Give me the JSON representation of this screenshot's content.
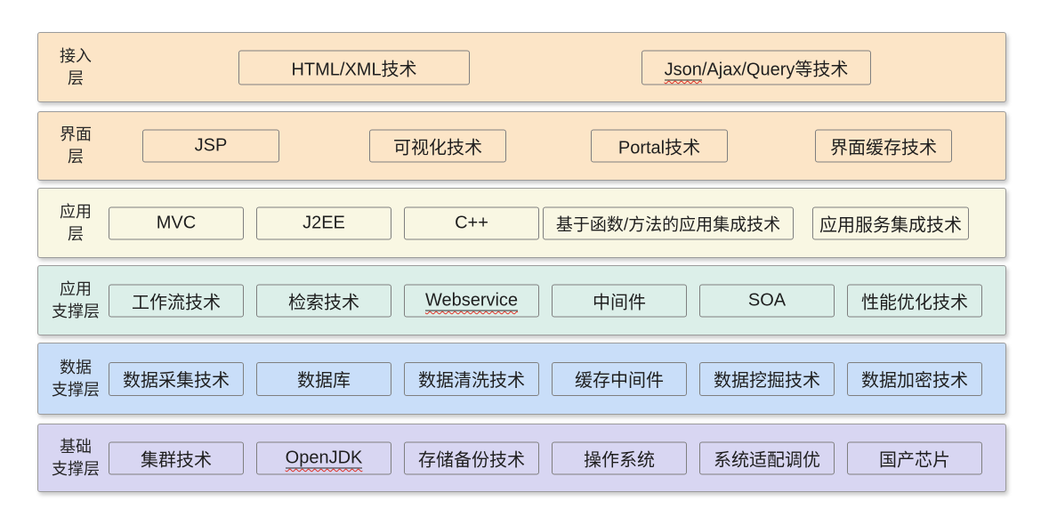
{
  "diagram": {
    "layers": [
      {
        "name": "接入层",
        "label_lines": [
          "接入",
          "层"
        ],
        "color": "#fce5c7",
        "boxes": [
          {
            "label": "HTML/XML技术"
          },
          {
            "label": "Json/Ajax/Query等技术",
            "misspelled_part": "Json"
          }
        ]
      },
      {
        "name": "界面层",
        "label_lines": [
          "界面",
          "层"
        ],
        "color": "#fce5c7",
        "boxes": [
          {
            "label": "JSP"
          },
          {
            "label": "可视化技术"
          },
          {
            "label": "Portal技术"
          },
          {
            "label": "界面缓存技术"
          }
        ]
      },
      {
        "name": "应用层",
        "label_lines": [
          "应用",
          "层"
        ],
        "color": "#f9f7e3",
        "boxes": [
          {
            "label": "MVC"
          },
          {
            "label": "J2EE"
          },
          {
            "label": "C++"
          },
          {
            "label": "基于函数/方法的应用集成技术"
          },
          {
            "label": "应用服务集成技术"
          }
        ]
      },
      {
        "name": "应用支撑层",
        "label_lines": [
          "应用",
          "支撑层"
        ],
        "color": "#dcefe9",
        "boxes": [
          {
            "label": "工作流技术"
          },
          {
            "label": "检索技术"
          },
          {
            "label": "Webservice",
            "misspelled_part": "Webservice"
          },
          {
            "label": "中间件"
          },
          {
            "label": "SOA"
          },
          {
            "label": "性能优化技术"
          }
        ]
      },
      {
        "name": "数据支撑层",
        "label_lines": [
          "数据",
          "支撑层"
        ],
        "color": "#c9def9",
        "boxes": [
          {
            "label": "数据采集技术"
          },
          {
            "label": "数据库"
          },
          {
            "label": "数据清洗技术"
          },
          {
            "label": "缓存中间件"
          },
          {
            "label": "数据挖掘技术"
          },
          {
            "label": "数据加密技术"
          }
        ]
      },
      {
        "name": "基础支撑层",
        "label_lines": [
          "基础",
          "支撑层"
        ],
        "color": "#d8d6f2",
        "boxes": [
          {
            "label": "集群技术"
          },
          {
            "label": "OpenJDK",
            "misspelled_part": "OpenJDK"
          },
          {
            "label": "存储备份技术"
          },
          {
            "label": "操作系统"
          },
          {
            "label": "系统适配调优"
          },
          {
            "label": "国产芯片"
          }
        ]
      }
    ],
    "colors": {
      "band_border": "#9b9b9b",
      "box_border": "#7f7f7f",
      "text": "#1f1f1f",
      "spellcheck_wave": "#e03226",
      "background": "#ffffff"
    }
  }
}
